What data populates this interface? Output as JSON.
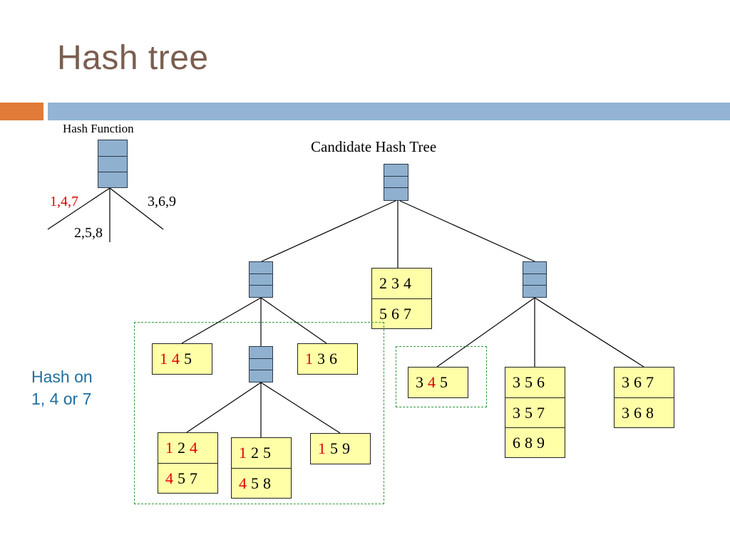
{
  "title": "Hash tree",
  "colors": {
    "title": "#7a5e50",
    "accent_orange": "#e07b39",
    "accent_blue": "#93b4d4",
    "node_fill": "#8fb0cf",
    "leaf_fill": "#ffffa8",
    "highlight": "#e00000",
    "note": "#1f6f9e",
    "dash_border": "#2e9b3a"
  },
  "hash_function": {
    "label": "Hash Function",
    "branch_left": "1,4,7",
    "branch_middle": "2,5,8",
    "branch_right": "3,6,9"
  },
  "candidate_tree": {
    "label": "Candidate Hash Tree"
  },
  "note": {
    "line1": "Hash on",
    "line2": "1, 4 or 7"
  },
  "leaves": {
    "mid_234": [
      [
        "2",
        "3",
        "4"
      ],
      [
        "5",
        "6",
        "7"
      ]
    ],
    "l_145": [
      [
        "1",
        "4",
        "5"
      ]
    ],
    "l_136": [
      [
        "1",
        "3",
        "6"
      ]
    ],
    "l_124": [
      [
        "1",
        "2",
        "4"
      ],
      [
        "4",
        "5",
        "7"
      ]
    ],
    "l_125": [
      [
        "1",
        "2",
        "5"
      ],
      [
        "4",
        "5",
        "8"
      ]
    ],
    "l_159": [
      [
        "1",
        "5",
        "9"
      ]
    ],
    "r_345": [
      [
        "3",
        "4",
        "5"
      ]
    ],
    "r_356": [
      [
        "3",
        "5",
        "6"
      ],
      [
        "3",
        "5",
        "7"
      ],
      [
        "6",
        "8",
        "9"
      ]
    ],
    "r_367": [
      [
        "3",
        "6",
        "7"
      ],
      [
        "3",
        "6",
        "8"
      ]
    ]
  },
  "highlights": {
    "l_145": [
      [
        0,
        1
      ]
    ],
    "l_136": [
      [
        0
      ]
    ],
    "l_124": [
      [
        0,
        2
      ],
      [
        0
      ]
    ],
    "l_125": [
      [
        0
      ],
      [
        0
      ]
    ],
    "l_159": [
      [
        0
      ]
    ],
    "r_345": [
      [
        1
      ]
    ],
    "mid_234": [
      [],
      []
    ],
    "r_356": [
      [],
      [],
      []
    ],
    "r_367": [
      [],
      []
    ]
  }
}
